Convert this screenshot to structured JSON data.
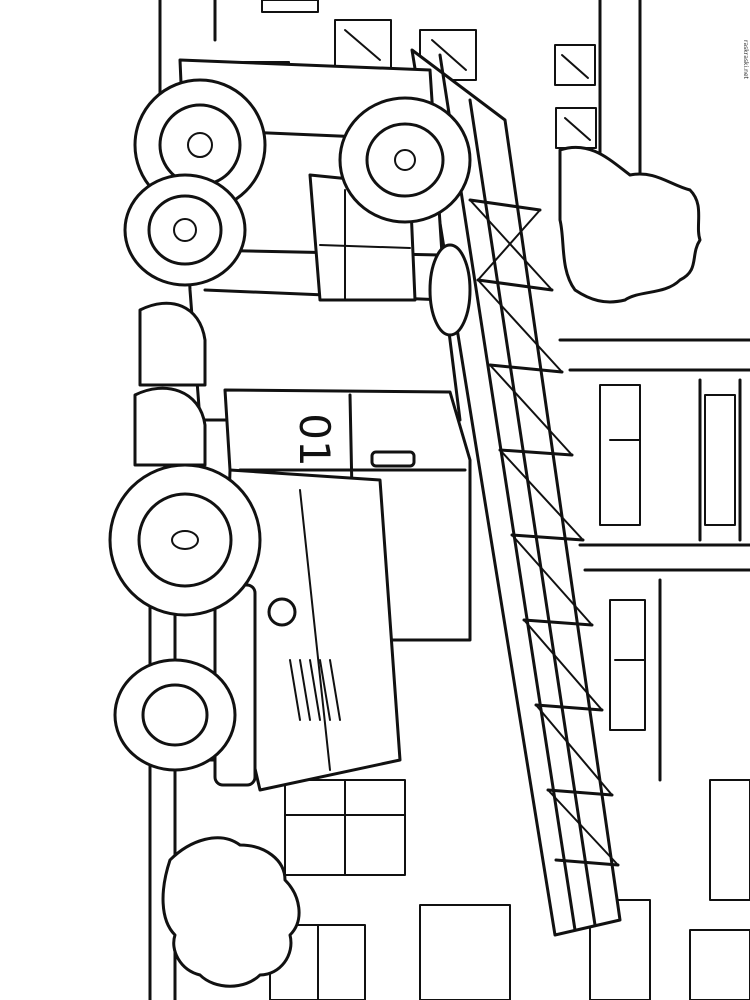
{
  "image": {
    "style": "black line-art coloring page",
    "background_color": "#ffffff",
    "line_color": "#111111",
    "truck_number": "01"
  },
  "watermark": {
    "text": "raskraski.net"
  }
}
